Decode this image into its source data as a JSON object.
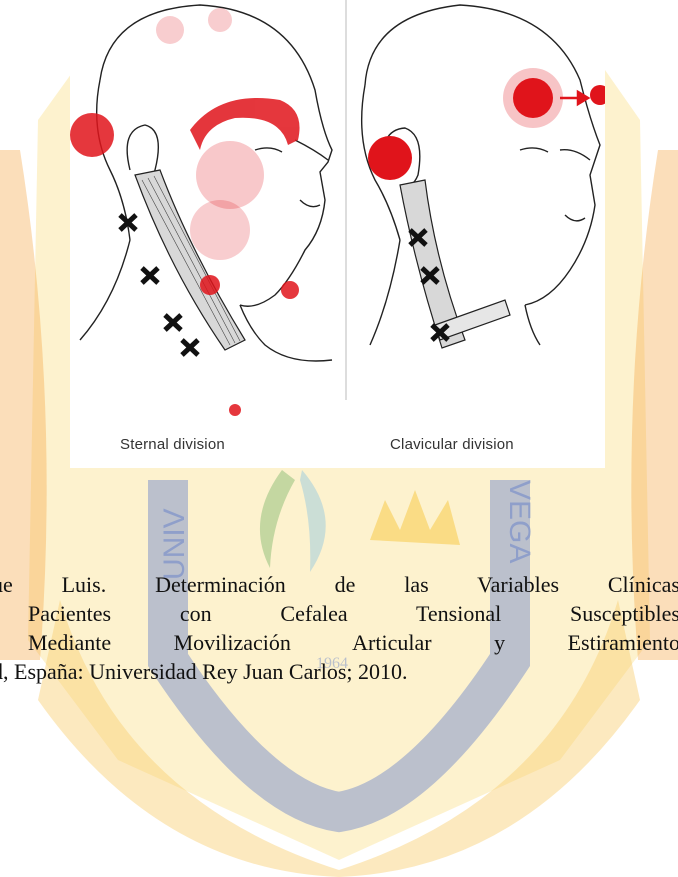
{
  "figure": {
    "left_caption": "Sternal division",
    "right_caption": "Clavicular division"
  },
  "watermark": {
    "year": "1964",
    "letters_left": "UNIV",
    "letters_right": "VEGA",
    "colors": {
      "blue": "#2b4fb3",
      "gold": "#f6c22c",
      "orange": "#f4a13a"
    }
  },
  "citation": {
    "lines": [
      "ue Luis. Determinación de las Variables Clínicas",
      "Pacientes con Cefalea Tensional Susceptibles",
      "Mediante Movilización Articular y Estiramiento",
      "d, España: Universidad Rey Juan Carlos; 2010."
    ]
  }
}
